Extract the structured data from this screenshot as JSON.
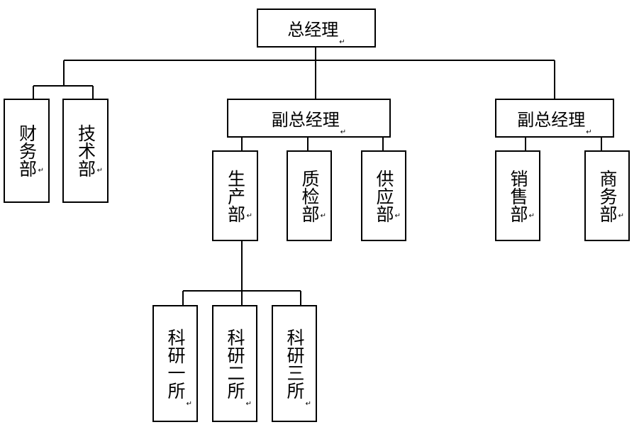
{
  "org_chart": {
    "ceo": "总经理",
    "finance": "财务部",
    "tech": "技术部",
    "vp1": "副总经理",
    "production": "生产部",
    "qc": "质检部",
    "supply": "供应部",
    "vp2": "副总经理",
    "sales": "销售部",
    "commerce": "商务部",
    "lab1": "科研一所",
    "lab2": "科研二所",
    "lab3": "科研三所"
  },
  "paragraph_mark": "↵"
}
